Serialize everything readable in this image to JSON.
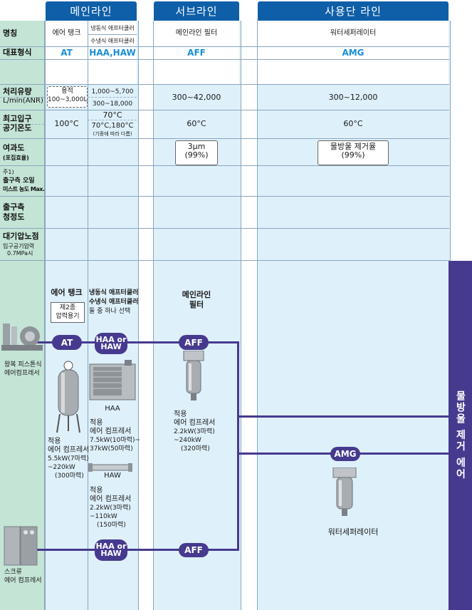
{
  "headers": {
    "main_line": "메인라인",
    "sub_line": "서브라인",
    "end_line": "사용단 라인"
  },
  "row_labels": {
    "name": "명칭",
    "model": "대표형식",
    "flow": "처리유량",
    "flow_unit": "L/min(ANR)",
    "max_temp_1": "최고입구",
    "max_temp_2": "공기온도",
    "filtration": "여과도",
    "filtration_sub": "(포집효율)",
    "oil_note": "주1)",
    "oil_1": "출구측 오일",
    "oil_2": "미스트 농도 Max.",
    "clean_1": "출구측",
    "clean_2": "청정도",
    "dew_1": "대기압노점",
    "dew_2": "입구공기압력",
    "dew_3": "0.7MPa시"
  },
  "tank": {
    "name": "에어 탱크",
    "model": "AT",
    "flow_1": "용적",
    "flow_2": "100~3,000L",
    "temp": "100°C"
  },
  "dryer": {
    "name_1": "냉동식 애프터쿨러",
    "name_2": "수냉식 애프터쿨러",
    "model": "HAA,HAW",
    "flow_1": "1,000~5,700",
    "flow_2": "300~18,000",
    "temp_1": "70°C",
    "temp_2": "70°C,180°C",
    "temp_3": "(기종에 따라 다름)"
  },
  "filter": {
    "name": "메인라인 필터",
    "model": "AFF",
    "flow": "300~42,000",
    "temp": "60°C",
    "filtration_1": "3μm",
    "filtration_2": "(99%)"
  },
  "separator": {
    "name": "워터세퍼레이터",
    "model": "AMG",
    "flow": "300~12,000",
    "temp": "60°C",
    "filtration_1": "물방울 제거율",
    "filtration_2": "(99%)"
  },
  "diagram": {
    "tank_title": "에어 탱크",
    "tank_class_1": "제2종",
    "tank_class_2": "압력용기",
    "dryer_title_1": "냉동식 애프터쿨러",
    "dryer_title_2": "수냉식 애프터쿨러",
    "dryer_title_3": "둘 중 하나 선택",
    "filter_title_1": "메인라인",
    "filter_title_2": "필터",
    "pill_at": "AT",
    "pill_haa_1": "HAA or",
    "pill_haa_2": "HAW",
    "pill_aff": "AFF",
    "pill_amg": "AMG",
    "piston_1": "왕복 피스톤식",
    "piston_2": "에어컴프레서",
    "screw_1": "스크류",
    "screw_2": "에어 컴프레서",
    "haa_label": "HAA",
    "haw_label": "HAW",
    "tank_app": [
      "적용",
      "에어 컴프레서",
      "5.5kW(7마력)",
      "~220kW",
      "(300마력)"
    ],
    "haa_app": [
      "적용",
      "에어 컴프레서",
      "7.5kW(10마력)~",
      "37kW(50마력)"
    ],
    "haw_app": [
      "적용",
      "에어 컴프레서",
      "2.2kW(3마력)",
      "~110kW",
      "(150마력)"
    ],
    "aff_app": [
      "적용",
      "에어 컴프레서",
      "2.2kW(3마력)",
      "~240kW",
      "(320마력)"
    ],
    "separator_label": "워터세퍼레이터",
    "sidebar": "물방울 제거 에어"
  },
  "colors": {
    "header": "#0f5fa8",
    "column": "#def0fa",
    "label_column": "#c4e4d6",
    "line": "#463a8f",
    "model_text": "#1a8fd6"
  }
}
